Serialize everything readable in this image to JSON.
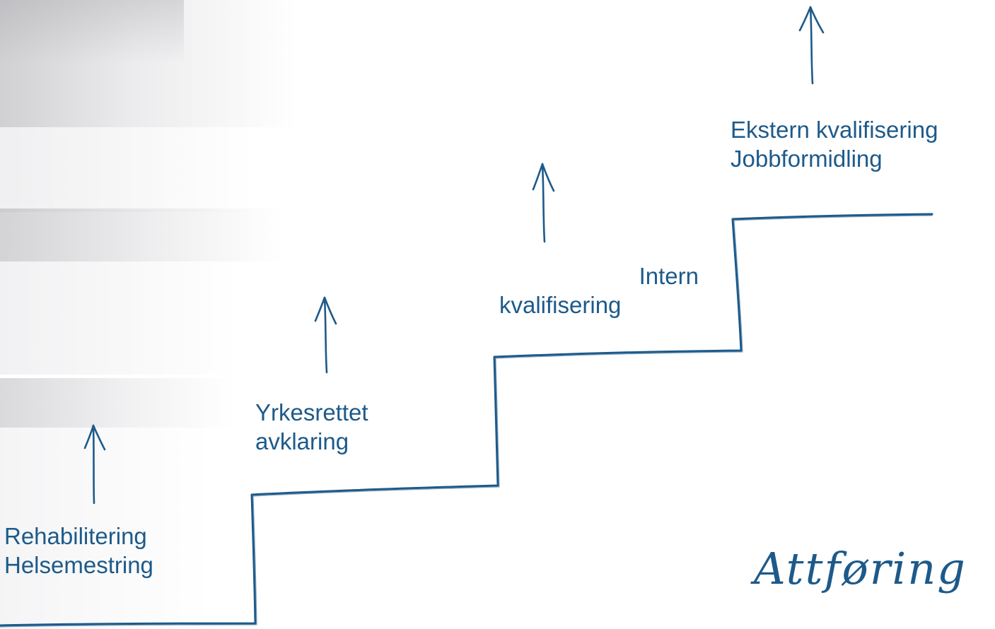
{
  "steps": [
    {
      "line1": "Rehabilitering",
      "line2": "Helsemestring"
    },
    {
      "line1": "Yrkesrettet",
      "line2": "avklaring"
    },
    {
      "line1": "Intern",
      "line2": "kvalifisering"
    },
    {
      "line1": "Ekstern kvalifisering",
      "line2": "Jobbformidling"
    }
  ],
  "title": "Attføring",
  "colors": {
    "ink": "#1d5a8a",
    "background": "#ffffff"
  },
  "icons": [
    "arrow-up-icon",
    "arrow-up-icon",
    "arrow-up-icon",
    "arrow-up-icon"
  ]
}
